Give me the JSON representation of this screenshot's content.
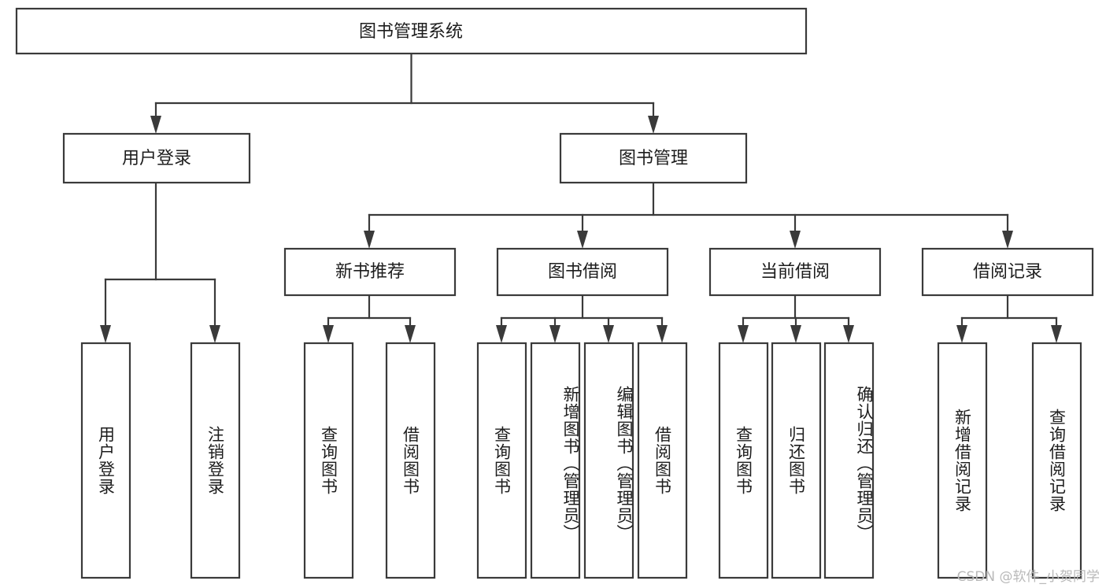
{
  "diagram": {
    "type": "tree",
    "title": "图书管理系统",
    "watermark": "CSDN @软件_小贺同学",
    "colors": {
      "stroke": "#3a3a3a",
      "fill": "#ffffff",
      "text": "#1d1d1d",
      "watermark": "#b9b9b9"
    },
    "root": {
      "label": "图书管理系统"
    },
    "level2": [
      {
        "label": "用户登录"
      },
      {
        "label": "图书管理"
      }
    ],
    "level3": [
      {
        "label": "新书推荐"
      },
      {
        "label": "图书借阅"
      },
      {
        "label": "当前借阅"
      },
      {
        "label": "借阅记录"
      }
    ],
    "leaves": {
      "user_login": [
        {
          "label": "用户登录"
        },
        {
          "label": "注销登录"
        }
      ],
      "new_book": [
        {
          "label": "查询图书"
        },
        {
          "label": "借阅图书"
        }
      ],
      "book_borrow": [
        {
          "label": "查询图书"
        },
        {
          "label": "新增图书（管理员）"
        },
        {
          "label": "编辑图书（管理员）"
        },
        {
          "label": "借阅图书"
        }
      ],
      "current_borrow": [
        {
          "label": "查询图书"
        },
        {
          "label": "归还图书"
        },
        {
          "label": "确认归还（管理员）"
        }
      ],
      "borrow_record": [
        {
          "label": "新增借阅记录"
        },
        {
          "label": "查询借阅记录"
        }
      ]
    }
  }
}
